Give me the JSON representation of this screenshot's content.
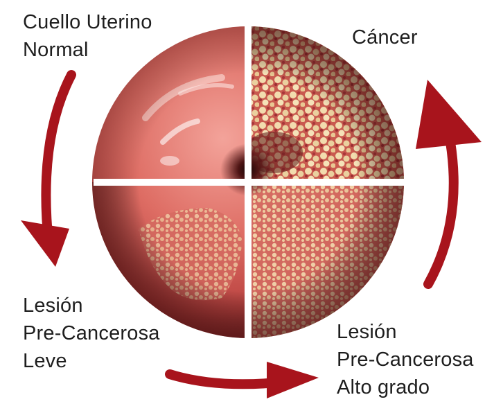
{
  "stages": {
    "normal": {
      "lines": [
        "Cuello Uterino",
        "Normal"
      ]
    },
    "cancer": {
      "lines": [
        "Cáncer"
      ]
    },
    "leve": {
      "lines": [
        "Lesión",
        "Pre-Cancerosa",
        "Leve"
      ]
    },
    "alto": {
      "lines": [
        "Lesión",
        "Pre-Cancerosa",
        "Alto grado"
      ]
    }
  },
  "colors": {
    "arrow": "#a8141c",
    "tissue_base": "#d8625a",
    "tissue_shadow": "#8a2a2a",
    "lesion": "#f1d6a6",
    "divider": "#ffffff"
  },
  "icons": {
    "arrow_down": "arrow-down-curved-icon",
    "arrow_right": "arrow-right-curved-icon",
    "arrow_up": "arrow-up-curved-icon"
  }
}
